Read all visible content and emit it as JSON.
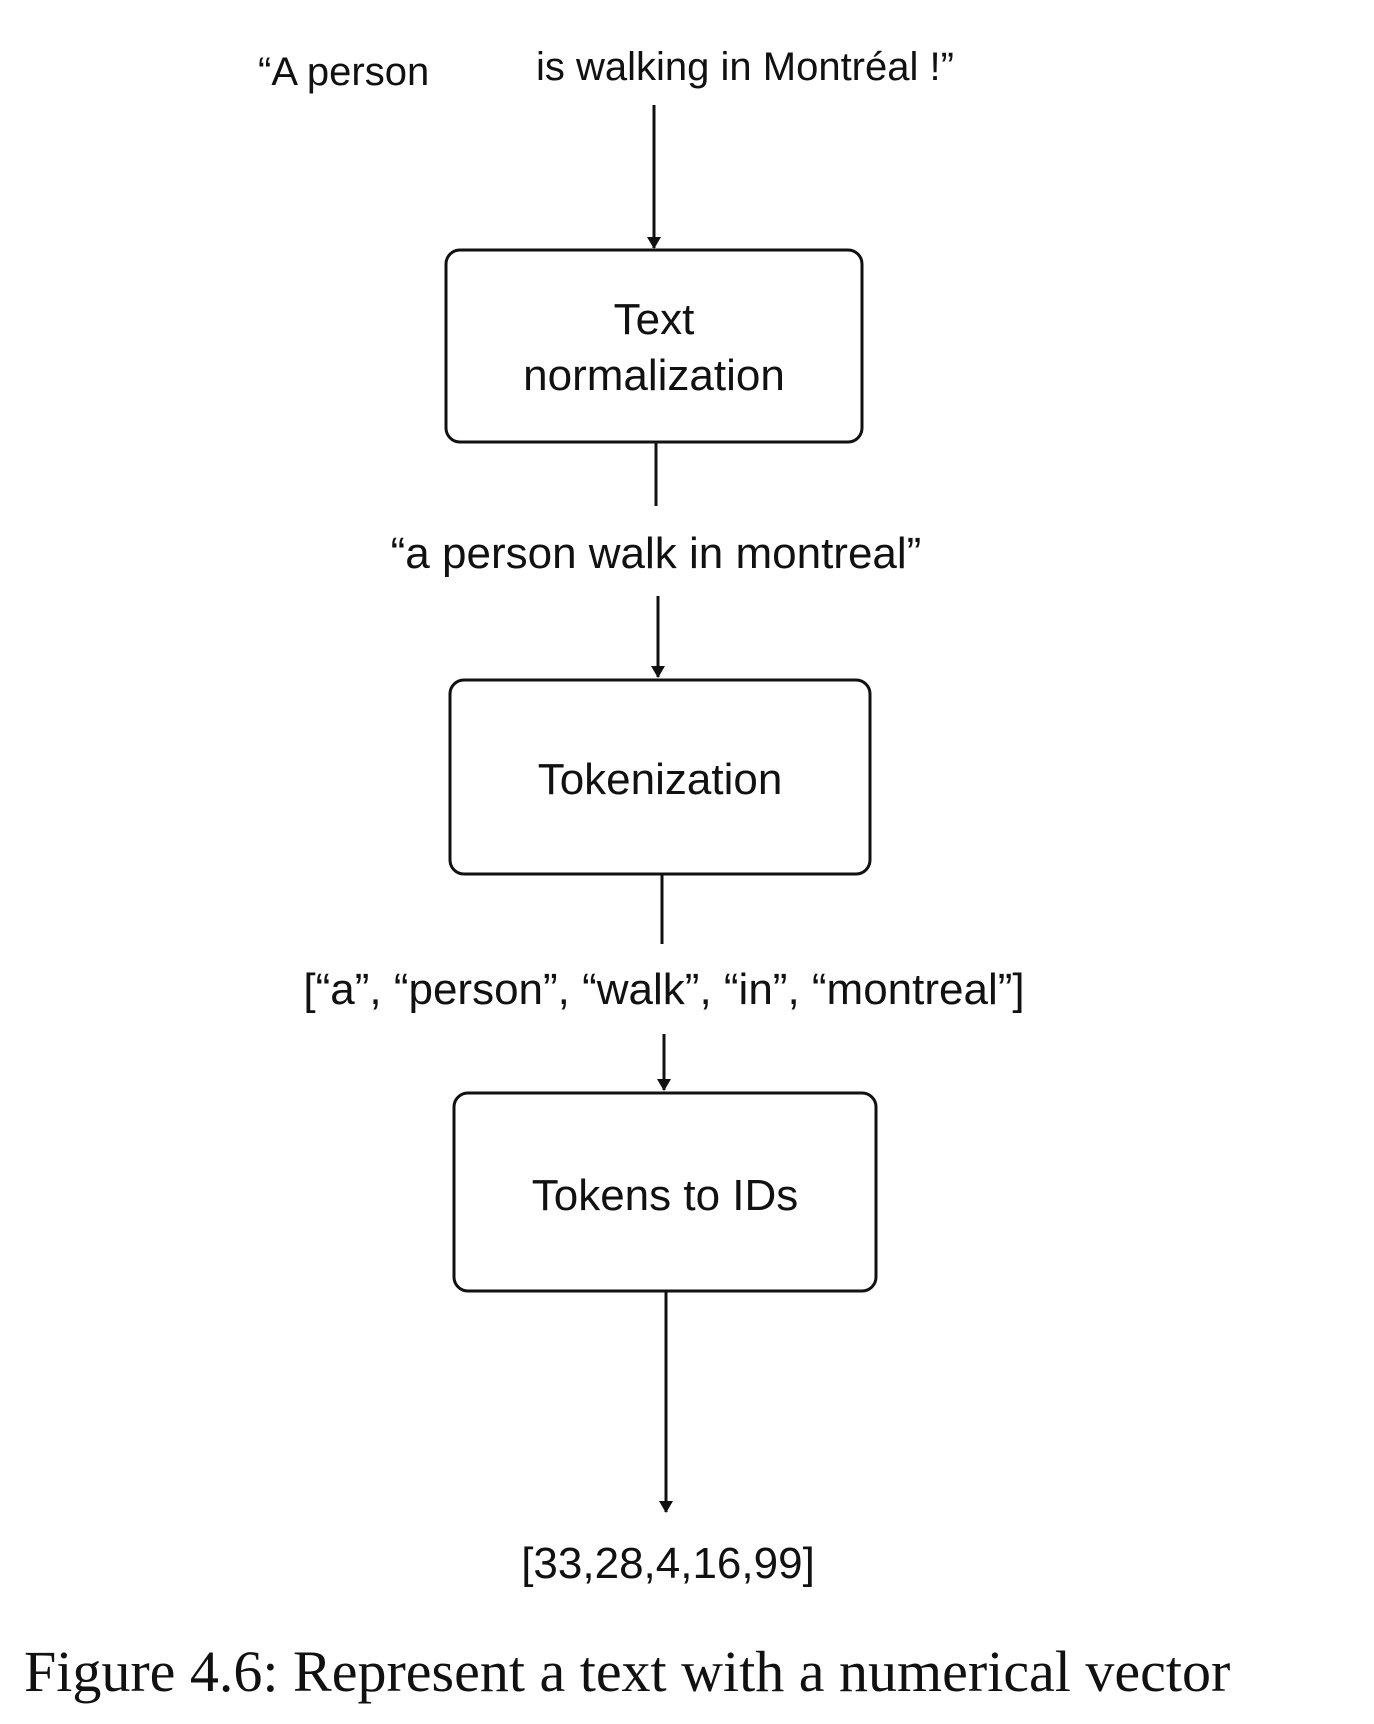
{
  "input": {
    "part1": "“A person",
    "part2": "is walking in Montréal !”"
  },
  "steps": [
    {
      "line1": "Text",
      "line2": "normalization"
    },
    {
      "line1": "Tokenization",
      "line2": ""
    },
    {
      "line1": "Tokens to IDs",
      "line2": ""
    }
  ],
  "outputs": [
    "“a person walk in montreal”",
    "[“a”, “person”, “walk”, “in”, “montreal”]",
    "[33,28,4,16,99]"
  ],
  "caption": "Figure 4.6: Represent a text with a numerical vector",
  "colors": {
    "ink": "#111111",
    "background": "#ffffff"
  }
}
